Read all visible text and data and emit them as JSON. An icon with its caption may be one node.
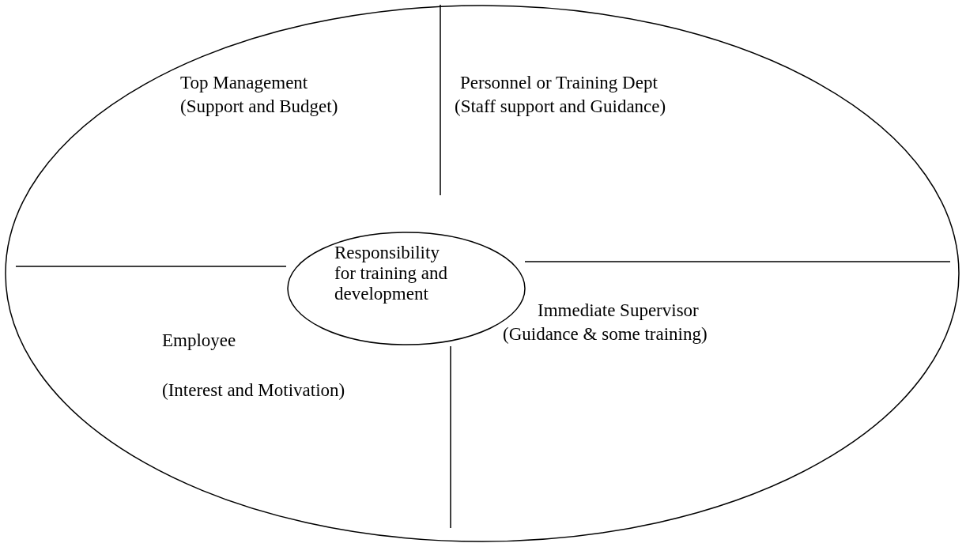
{
  "diagram": {
    "nodes": [
      {
        "text": [],
        "shape": "ellipse"
      },
      {
        "text": [
          "Responsibility for training and development"
        ],
        "in": 0
      }
    ],
    "edges": [],
    "labels": [
      "Top Management",
      "(Support and Budget)",
      "Personnel or Training Dept",
      "(Staff support and Guidance)",
      "Immediate Supervisor",
      "(Guidance & some training)",
      "Employee",
      "(Interest and Motivation)"
    ]
  }
}
